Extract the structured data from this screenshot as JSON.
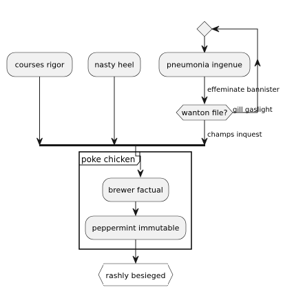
{
  "diagram": {
    "nodes": {
      "courses_rigor": "courses rigor",
      "nasty_heel": "nasty heel",
      "pneumonia_ingenue": "pneumonia ingenue",
      "wanton_file": "wanton file?",
      "brewer_factual": "brewer factual",
      "peppermint_immutable": "peppermint immutable",
      "rashly_besieged": "rashly besieged"
    },
    "edges": {
      "effeminate_bannister": "effeminate bannister",
      "gill_gaslight": "gill gaslight",
      "champs_inquest": "champs inquest"
    },
    "group": {
      "label": "poke chicken"
    }
  }
}
